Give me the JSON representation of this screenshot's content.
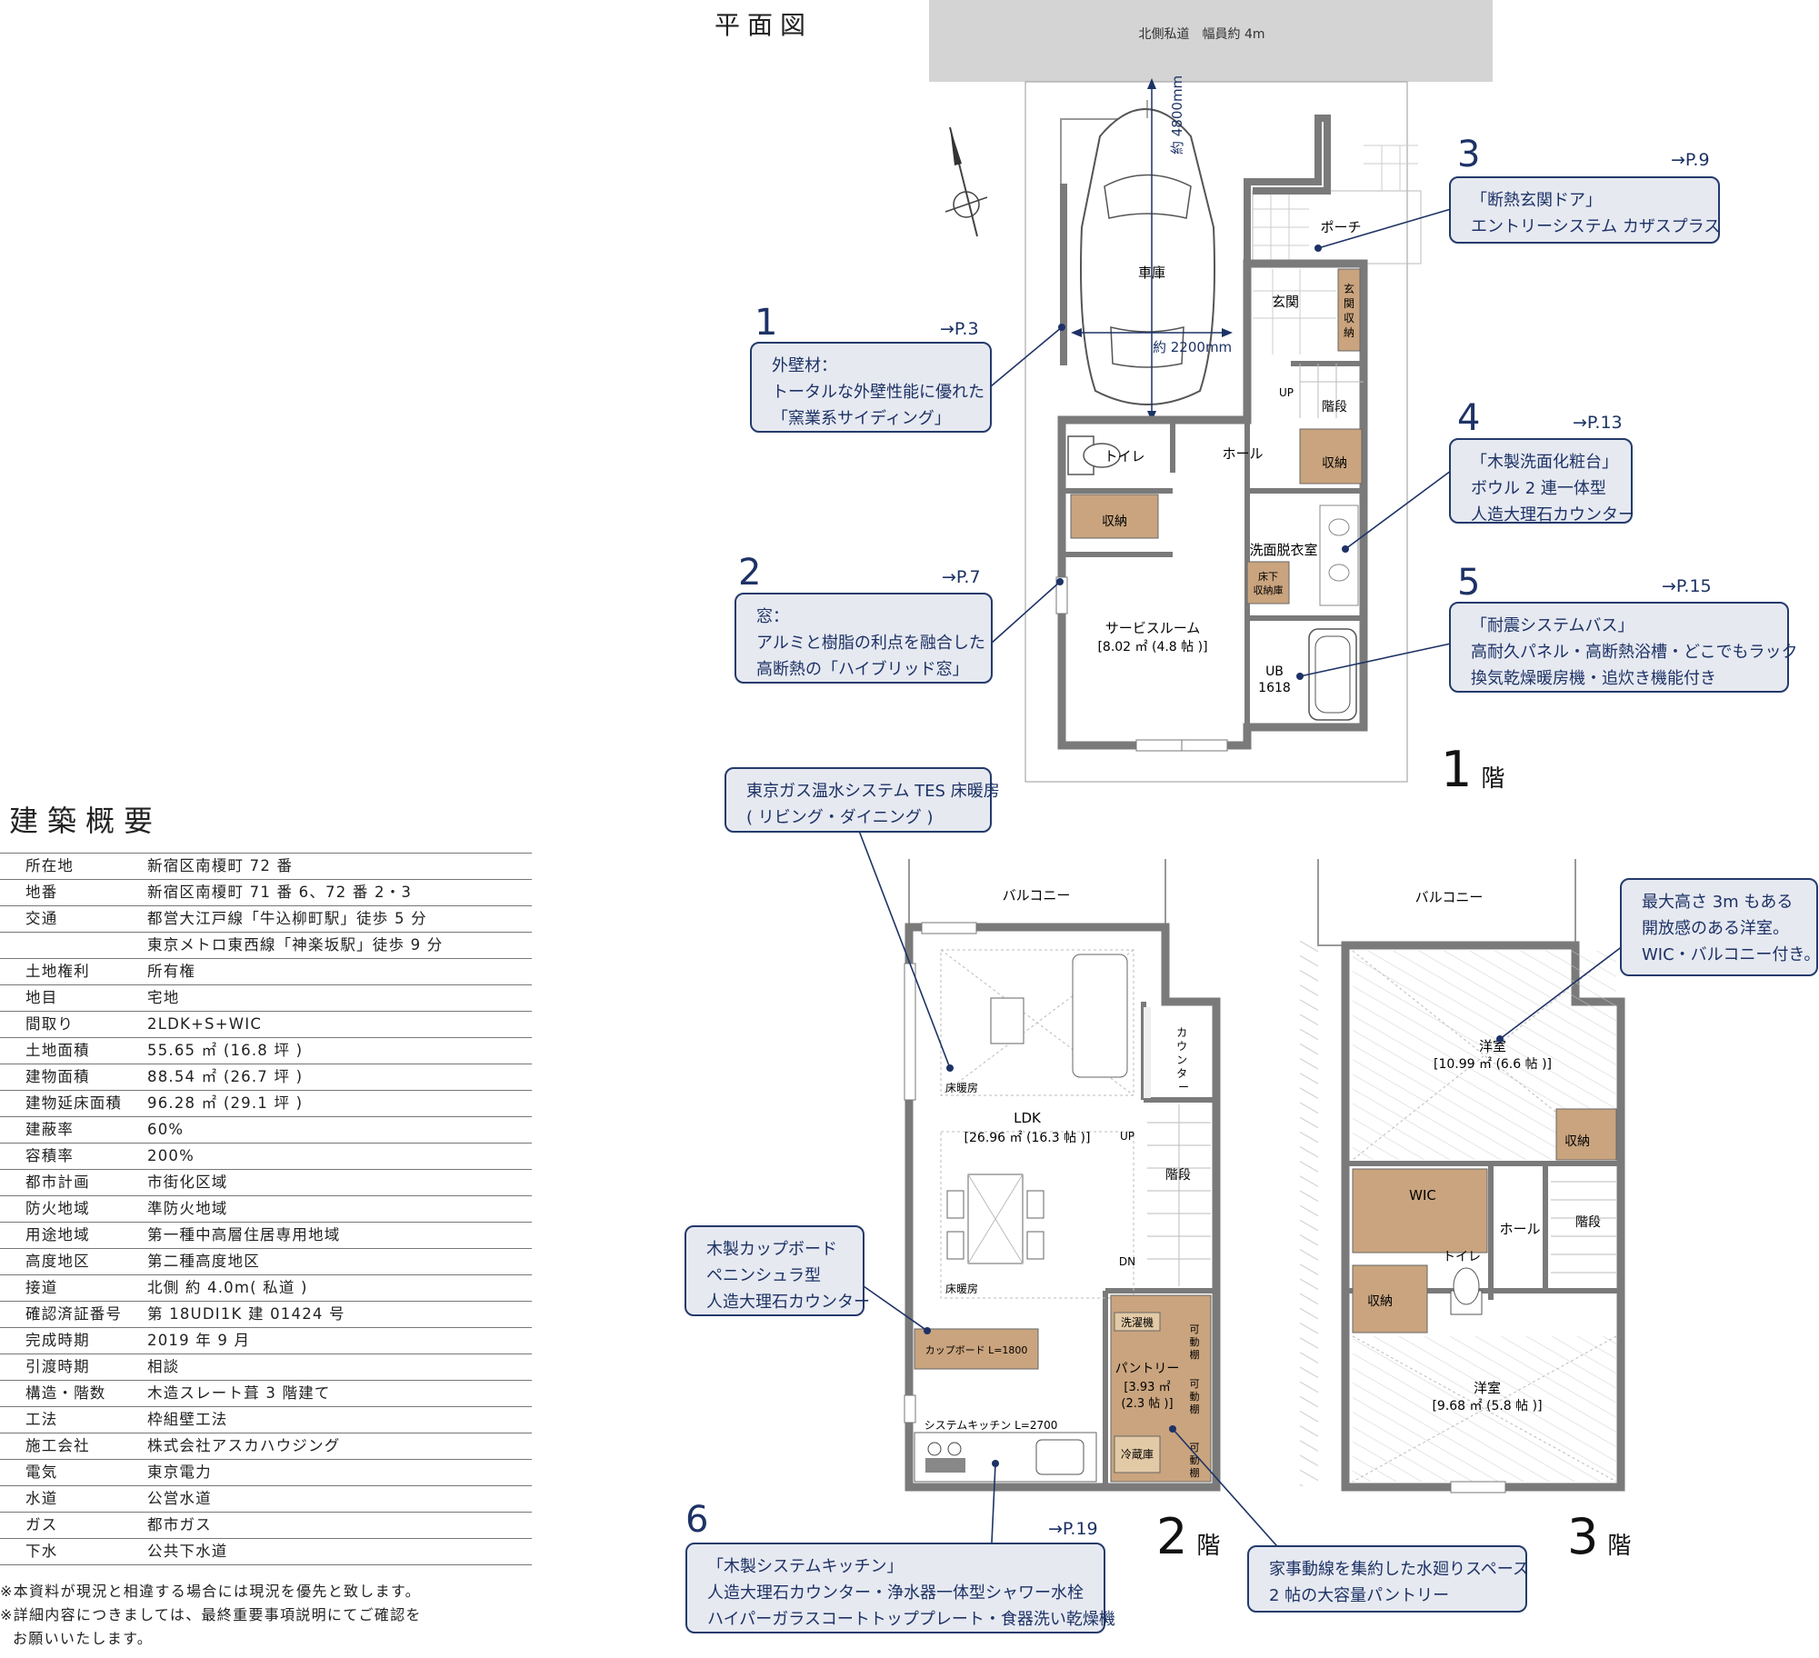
{
  "title": "平面図",
  "road_label": "北側私道　幅員約 4m",
  "floor1": {
    "label_num": "1",
    "label_kai": "階",
    "rooms": {
      "garage": "車庫",
      "porch": "ポーチ",
      "entrance": "玄関",
      "entrance_storage": [
        "玄",
        "関",
        "収",
        "納"
      ],
      "up": "UP",
      "stairs": "階段",
      "hall": "ホール",
      "toilet": "トイレ",
      "storage_a": "収納",
      "storage_b": "収納",
      "washroom": "洗面脱衣室",
      "floor_storage": [
        "床下",
        "収納庫"
      ],
      "service_room": "サービスルーム",
      "service_room_area": "[8.02 ㎡ (4.8 帖 )]",
      "ub": "UB",
      "ub_size": "1618"
    },
    "dim_length": "約 4800mm",
    "dim_width": "約 2200mm"
  },
  "floor2": {
    "label_num": "2",
    "label_kai": "階",
    "rooms": {
      "balcony": "バルコニー",
      "counter": [
        "カ",
        "ウ",
        "ン",
        "タ",
        "ー"
      ],
      "ldk": "LDK",
      "ldk_area": "[26.96 ㎡ (16.3 帖 )]",
      "floor_heating_1": "床暖房",
      "floor_heating_2": "床暖房",
      "up": "UP",
      "dn": "DN",
      "stairs": "階段",
      "cupboard": "カップボード L=1800",
      "kitchen": "システムキッチン L=2700",
      "washer": "洗濯機",
      "pantry": "パントリー",
      "pantry_area_1": "[3.93 ㎡",
      "pantry_area_2": "(2.3 帖 )]",
      "fridge": "冷蔵庫",
      "movable_shelf": [
        "可",
        "動",
        "棚"
      ]
    }
  },
  "floor3": {
    "label_num": "3",
    "label_kai": "階",
    "rooms": {
      "balcony": "バルコニー",
      "western_1": "洋室",
      "western_1_area": "[10.99 ㎡ (6.6 帖 )]",
      "storage": "収納",
      "wic": "WIC",
      "hall": "ホール",
      "stairs": "階段",
      "toilet": "トイレ",
      "storage_b": "収納",
      "western_2": "洋室",
      "western_2_area": "[9.68 ㎡ (5.8 帖 )]"
    }
  },
  "callouts": [
    {
      "id": "c1",
      "num": "1",
      "ref": "→P.3",
      "lines": [
        "外壁材：",
        "トータルな外壁性能に優れた",
        "「窯業系サイディング」"
      ]
    },
    {
      "id": "c2",
      "num": "2",
      "ref": "→P.7",
      "lines": [
        "窓：",
        "アルミと樹脂の利点を融合した",
        "高断熱の「ハイブリッド窓」"
      ]
    },
    {
      "id": "c3",
      "num": "3",
      "ref": "→P.9",
      "lines": [
        "「断熱玄関ドア」",
        "エントリーシステム カザスプラス"
      ]
    },
    {
      "id": "c4",
      "num": "4",
      "ref": "→P.13",
      "lines": [
        "「木製洗面化粧台」",
        "ボウル 2 連一体型",
        "人造大理石カウンター"
      ]
    },
    {
      "id": "c5",
      "num": "5",
      "ref": "→P.15",
      "lines": [
        "「耐震システムバス」",
        "高耐久パネル・高断熱浴槽・どこでもラック",
        "換気乾燥暖房機・追炊き機能付き"
      ]
    },
    {
      "id": "c6",
      "num": "6",
      "ref": "→P.19",
      "lines": [
        "「木製システムキッチン」",
        "人造大理石カウンター・浄水器一体型シャワー水栓",
        "ハイパーガラスコートトッププレート・食器洗い乾燥機"
      ]
    },
    {
      "id": "c7",
      "num": "",
      "ref": "",
      "lines": [
        "東京ガス温水システム TES 床暖房",
        "( リビング・ダイニング )"
      ]
    },
    {
      "id": "c8",
      "num": "",
      "ref": "",
      "lines": [
        "木製カップボード",
        "ペニンシュラ型",
        "人造大理石カウンター"
      ]
    },
    {
      "id": "c9",
      "num": "",
      "ref": "",
      "lines": [
        "最大高さ 3m もある",
        "開放感のある洋室。",
        "WIC・バルコニー付き。"
      ]
    },
    {
      "id": "c10",
      "num": "",
      "ref": "",
      "lines": [
        "家事動線を集約した水廻りスペース",
        "2 帖の大容量パントリー"
      ]
    }
  ],
  "summary": {
    "heading": "建築概要",
    "rows": [
      {
        "k": "所在地",
        "v": "新宿区南榎町 72 番"
      },
      {
        "k": "地番",
        "v": "新宿区南榎町 71 番 6、72 番 2・3"
      },
      {
        "k": "交通",
        "v": "都営大江戸線「牛込柳町駅」徒歩 5 分"
      },
      {
        "k": "",
        "v": "東京メトロ東西線「神楽坂駅」徒歩 9 分"
      },
      {
        "k": "土地権利",
        "v": "所有権"
      },
      {
        "k": "地目",
        "v": "宅地"
      },
      {
        "k": "間取り",
        "v": "2LDK+S+WIC"
      },
      {
        "k": "土地面積",
        "v": "55.65 ㎡ (16.8 坪 )"
      },
      {
        "k": "建物面積",
        "v": "88.54 ㎡ (26.7 坪 )"
      },
      {
        "k": "建物延床面積",
        "v": "96.28 ㎡ (29.1 坪 )"
      },
      {
        "k": "建蔽率",
        "v": "60%"
      },
      {
        "k": "容積率",
        "v": "200%"
      },
      {
        "k": "都市計画",
        "v": "市街化区域"
      },
      {
        "k": "防火地域",
        "v": "準防火地域"
      },
      {
        "k": "用途地域",
        "v": "第一種中高層住居専用地域"
      },
      {
        "k": "高度地区",
        "v": "第二種高度地区"
      },
      {
        "k": "接道",
        "v": "北側 約 4.0m( 私道 )"
      },
      {
        "k": "確認済証番号",
        "v": "第 18UDI1K 建 01424 号"
      },
      {
        "k": "完成時期",
        "v": "2019 年 9 月"
      },
      {
        "k": "引渡時期",
        "v": "相談"
      },
      {
        "k": "構造・階数",
        "v": "木造スレート葺 3 階建て"
      },
      {
        "k": "工法",
        "v": "枠組壁工法"
      },
      {
        "k": "施工会社",
        "v": "株式会社アスカハウジング"
      },
      {
        "k": "電気",
        "v": "東京電力"
      },
      {
        "k": "水道",
        "v": "公営水道"
      },
      {
        "k": "ガス",
        "v": "都市ガス"
      },
      {
        "k": "下水",
        "v": "公共下水道"
      }
    ],
    "notes": [
      "※本資料が現況と相違する場合には現況を優先と致します。",
      "※詳細内容につきましては、最終重要事項説明にてご確認を",
      "お願いいたします。"
    ]
  },
  "colors": {
    "wall": "#7a7a7a",
    "wood": "#c9a47e",
    "navy": "#1d3266",
    "callout_bg": "#e6e9f0",
    "road": "#d4d4d4"
  }
}
